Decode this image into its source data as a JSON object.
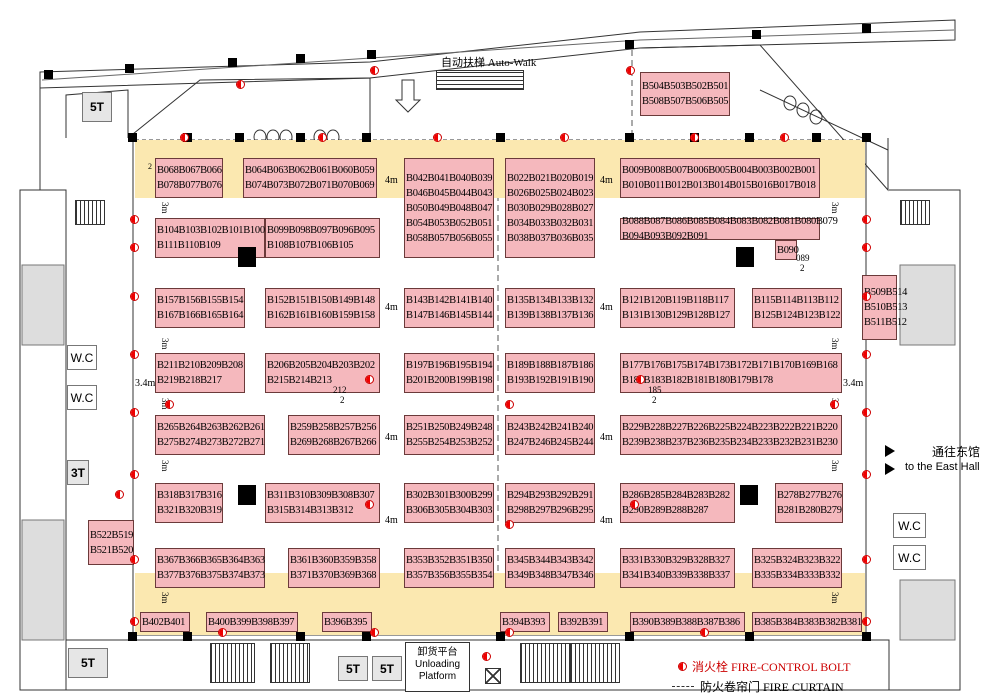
{
  "header": {
    "autowalk_label": "自动扶梯 Auto-Walk"
  },
  "rooms": {
    "t5_top": "5T",
    "t3": "3T",
    "t5_bottom": "5T",
    "t5_b2": "5T",
    "t5_b3": "5T",
    "wc": "W.C"
  },
  "unloading": {
    "cn": "卸货平台",
    "en1": "Unloading",
    "en2": "Platform"
  },
  "east_hall": {
    "cn": "通往东馆",
    "en": "to the East Hall"
  },
  "dims": {
    "m4": "4m",
    "m3": "3m",
    "m34": "3.4m",
    "m2": "2",
    "m212": "212",
    "m089": "089",
    "m185": "185"
  },
  "legend": {
    "bolt": "消火栓 FIRE-CONTROL BOLT",
    "curtain": "防火卷帘门 FIRE CURTAIN"
  },
  "booths": [
    {
      "r": [
        "B068B067B066",
        "B078B077B076"
      ]
    },
    {
      "r": [
        "B064B063B062B061B060B059",
        "B074B073B072B071B070B069"
      ]
    },
    {
      "r": [
        "B042B041B040B039",
        "B046B045B044B043",
        "B050B049B048B047",
        "B054B053B052B051",
        "B058B057B056B055"
      ]
    },
    {
      "r": [
        "B022B021B020B019",
        "B026B025B024B023",
        "B030B029B028B027",
        "B034B033B032B031",
        "B038B037B036B035"
      ]
    },
    {
      "r": [
        "B009B008B007B006B005B004B003B002B001",
        "B010B011B012B013B014B015B016B017B018"
      ]
    },
    {
      "r": [
        "B504B503B502B501",
        "B508B507B506B505"
      ]
    },
    {
      "r": [
        "B104B103B102B101B100",
        "B111B110B109"
      ]
    },
    {
      "r": [
        "B099B098B097B096B095",
        "B108B107B106B105"
      ]
    },
    {
      "r": [
        "B088B087B086B085B084B083B082B081B080B079",
        "B094B093B092B091"
      ]
    },
    {
      "r": [
        "B090"
      ]
    },
    {
      "r": [
        "B157B156B155B154",
        "B167B166B165B164"
      ]
    },
    {
      "r": [
        "B152B151B150B149B148",
        "B162B161B160B159B158"
      ]
    },
    {
      "r": [
        "B143B142B141B140",
        "B147B146B145B144"
      ]
    },
    {
      "r": [
        "B135B134B133B132",
        "B139B138B137B136"
      ]
    },
    {
      "r": [
        "B121B120B119B118B117",
        "B131B130B129B128B127"
      ]
    },
    {
      "r": [
        "B115B114B113B112",
        "B125B124B123B122"
      ]
    },
    {
      "r": [
        "B509B514",
        "B510B513",
        "B511B512"
      ]
    },
    {
      "r": [
        "B211B210B209B208",
        "B219B218B217"
      ]
    },
    {
      "r": [
        "B206B205B204B203B202",
        "B215B214B213"
      ]
    },
    {
      "r": [
        "B197B196B195B194",
        "B201B200B199B198"
      ]
    },
    {
      "r": [
        "B189B188B187B186",
        "B193B192B191B190"
      ]
    },
    {
      "r": [
        "B177B176B175B174B173B172B171B170B169B168",
        "B184B183B182B181B180B179B178"
      ]
    },
    {
      "r": [
        "B265B264B263B262B261",
        "B275B274B273B272B271"
      ]
    },
    {
      "r": [
        "B259B258B257B256",
        "B269B268B267B266"
      ]
    },
    {
      "r": [
        "B251B250B249B248",
        "B255B254B253B252"
      ]
    },
    {
      "r": [
        "B243B242B241B240",
        "B247B246B245B244"
      ]
    },
    {
      "r": [
        "B229B228B227B226B225B224B223B222B221B220",
        "B239B238B237B236B235B234B233B232B231B230"
      ]
    },
    {
      "r": [
        "B318B317B316",
        "B321B320B319"
      ]
    },
    {
      "r": [
        "B311B310B309B308B307",
        "B315B314B313B312"
      ]
    },
    {
      "r": [
        "B302B301B300B299",
        "B306B305B304B303"
      ]
    },
    {
      "r": [
        "B294B293B292B291",
        "B298B297B296B295"
      ]
    },
    {
      "r": [
        "B286B285B284B283B282",
        "B290B289B288B287"
      ]
    },
    {
      "r": [
        "B278B277B276",
        "B281B280B279"
      ]
    },
    {
      "r": [
        "B522B519",
        "B521B520"
      ]
    },
    {
      "r": [
        "B367B366B365B364B363",
        "B377B376B375B374B373"
      ]
    },
    {
      "r": [
        "B361B360B359B358",
        "B371B370B369B368"
      ]
    },
    {
      "r": [
        "B353B352B351B350",
        "B357B356B355B354"
      ]
    },
    {
      "r": [
        "B345B344B343B342",
        "B349B348B347B346"
      ]
    },
    {
      "r": [
        "B331B330B329B328B327",
        "B341B340B339B338B337"
      ]
    },
    {
      "r": [
        "B325B324B323B322",
        "B335B334B333B332"
      ]
    },
    {
      "r": [
        "B402B401"
      ]
    },
    {
      "r": [
        "B400B399B398B397"
      ]
    },
    {
      "r": [
        "B396B395"
      ]
    },
    {
      "r": [
        "B394B393"
      ]
    },
    {
      "r": [
        "B392B391"
      ]
    },
    {
      "r": [
        "B390B389B388B387B386"
      ]
    },
    {
      "r": [
        "B385B384B383B382B381"
      ]
    }
  ]
}
